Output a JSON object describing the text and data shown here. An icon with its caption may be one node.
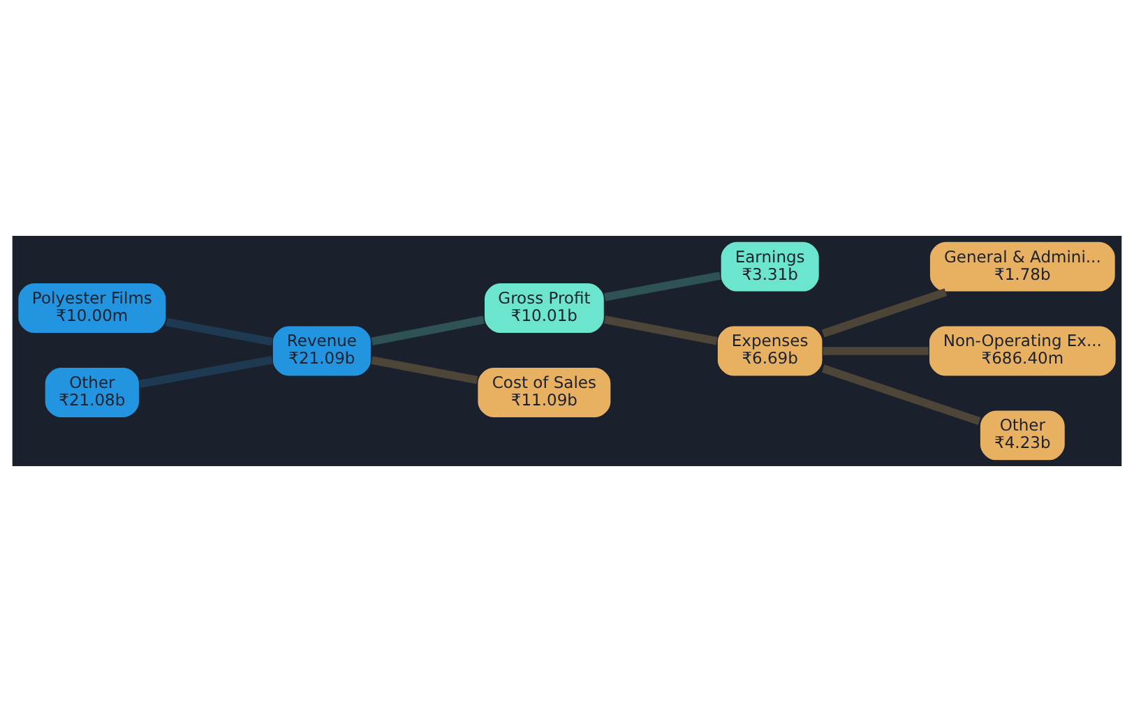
{
  "diagram": {
    "nodes": [
      {
        "text": [
          "Polyester Films",
          "₹10.00m"
        ]
      },
      {
        "text": [
          "Other",
          "₹21.08b"
        ]
      },
      {
        "text": [
          "Revenue",
          "₹21.09b"
        ]
      },
      {
        "text": [
          "Gross Profit",
          "₹10.01b"
        ]
      },
      {
        "text": [
          "Cost of Sales",
          "₹11.09b"
        ]
      },
      {
        "text": [
          "Earnings",
          "₹3.31b"
        ]
      },
      {
        "text": [
          "Expenses",
          "₹6.69b"
        ]
      },
      {
        "text": [
          "General & Admini...",
          "₹1.78b"
        ]
      },
      {
        "text": [
          "Non-Operating Ex...",
          "₹686.40m"
        ]
      },
      {
        "text": [
          "Other",
          "₹4.23b"
        ]
      }
    ],
    "edges": [
      {
        "from": 0,
        "to": 2,
        "arrow": "none",
        "color": "#1e3a52"
      },
      {
        "from": 1,
        "to": 2,
        "arrow": "none",
        "color": "#1e3a52"
      },
      {
        "from": 2,
        "to": 3,
        "arrow": "none",
        "color": "#2f5256"
      },
      {
        "from": 2,
        "to": 4,
        "arrow": "none"
      },
      {
        "from": 3,
        "to": 5,
        "arrow": "none",
        "color": "#2f5256"
      },
      {
        "from": 3,
        "to": 6,
        "arrow": "none"
      },
      {
        "from": 6,
        "to": 7,
        "arrow": "none"
      },
      {
        "from": 6,
        "to": 8,
        "arrow": "none"
      },
      {
        "from": 6,
        "to": 9,
        "arrow": "none"
      }
    ]
  }
}
